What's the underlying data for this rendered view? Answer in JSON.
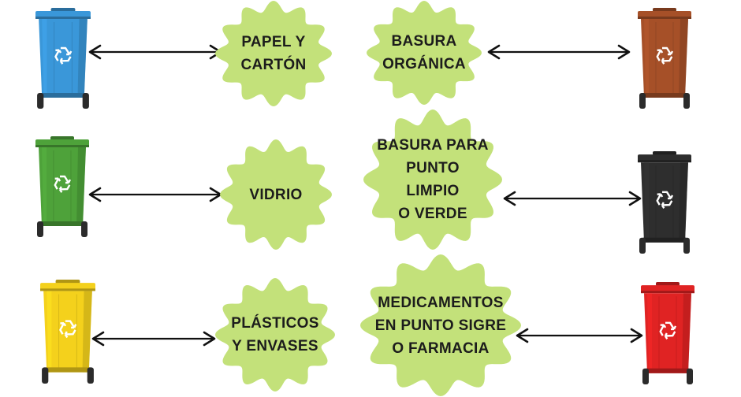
{
  "colors": {
    "badge_fill": "#c3e17a",
    "arrow_stroke": "#111111",
    "recycle_symbol": "#ffffff"
  },
  "items": [
    {
      "bin_color": "#3a97d9",
      "bin_icon": "recycle-icon",
      "lines": [
        "PAPEL Y",
        "CARTÓN"
      ]
    },
    {
      "bin_color": "#a65028",
      "bin_icon": "recycle-icon",
      "lines": [
        "BASURA",
        "ORGÁNICA"
      ]
    },
    {
      "bin_color": "#4ea23a",
      "bin_icon": "recycle-icon",
      "lines": [
        "VIDRIO"
      ]
    },
    {
      "bin_color": "#2e2e2e",
      "bin_icon": "recycle-icon",
      "lines": [
        "BASURA PARA",
        "PUNTO",
        "LIMPIO",
        "O VERDE"
      ]
    },
    {
      "bin_color": "#f4d11c",
      "bin_icon": "recycle-icon",
      "lines": [
        "PLÁSTICOS",
        "Y ENVASES"
      ]
    },
    {
      "bin_color": "#e02323",
      "bin_icon": "recycle-icon",
      "lines": [
        "MEDICAMENTOS",
        "EN PUNTO SIGRE",
        "O FARMACIA"
      ]
    }
  ]
}
